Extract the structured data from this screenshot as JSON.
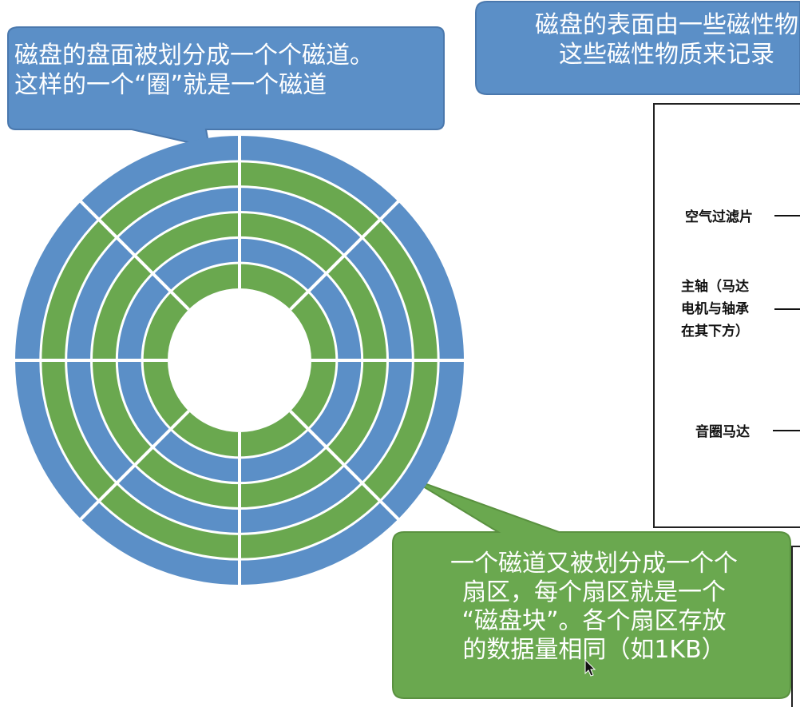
{
  "callouts": {
    "track": {
      "text": "磁盘的盘面被划分成一个个磁道。\n这样的一个“圈”就是一个磁道",
      "color": "#5b8fc7"
    },
    "surface": {
      "text": "磁盘的表面由一些磁性物\n这些磁性物质来记录",
      "color": "#5b8fc7"
    },
    "sector": {
      "text": "一个磁道又被划分成一个个\n扇区，每个扇区就是一个\n“磁盘块”。各个扇区存放\n的数据量相同（如1KB）",
      "color": "#6aa84f"
    }
  },
  "disk": {
    "track_count": 6,
    "sector_count": 8,
    "colors": {
      "blue": "#5b8fc7",
      "green": "#6aa84f",
      "separator": "#ffffff"
    }
  },
  "hdd_labels": {
    "air_filter": "空气过滤片",
    "spindle": "主轴（马达\n电机与轴承\n在其下方）",
    "voice_coil": "音圈马达"
  },
  "icons": {
    "cursor": "mouse-pointer-icon"
  }
}
